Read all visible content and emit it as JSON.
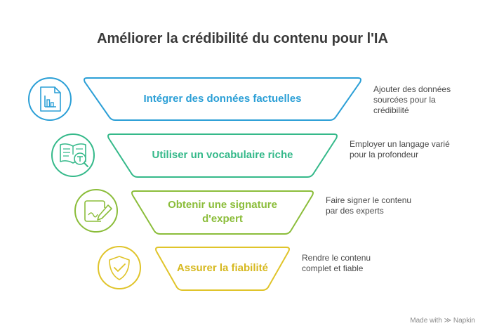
{
  "title": "Améliorer la crédibilité du contenu pour l'IA",
  "stages": [
    {
      "label": "Intégrer des données factuelles",
      "description": "Ajouter des données sourcées pour la crédibilité",
      "color": "#2b9fd6",
      "icon": "chart-document-icon"
    },
    {
      "label": "Utiliser un vocabulaire riche",
      "description": "Employer un langage varié pour la profondeur",
      "color": "#35b98a",
      "icon": "book-magnifier-icon"
    },
    {
      "label": "Obtenir une signature d'expert",
      "description": "Faire signer le contenu par des experts",
      "color": "#8bbd3a",
      "icon": "document-pen-icon"
    },
    {
      "label": "Assurer la fiabilité",
      "description": "Rendre le contenu complet et fiable",
      "color": "#e0c42a",
      "icon": "shield-check-icon"
    }
  ],
  "footer": "Made with ≫ Napkin"
}
